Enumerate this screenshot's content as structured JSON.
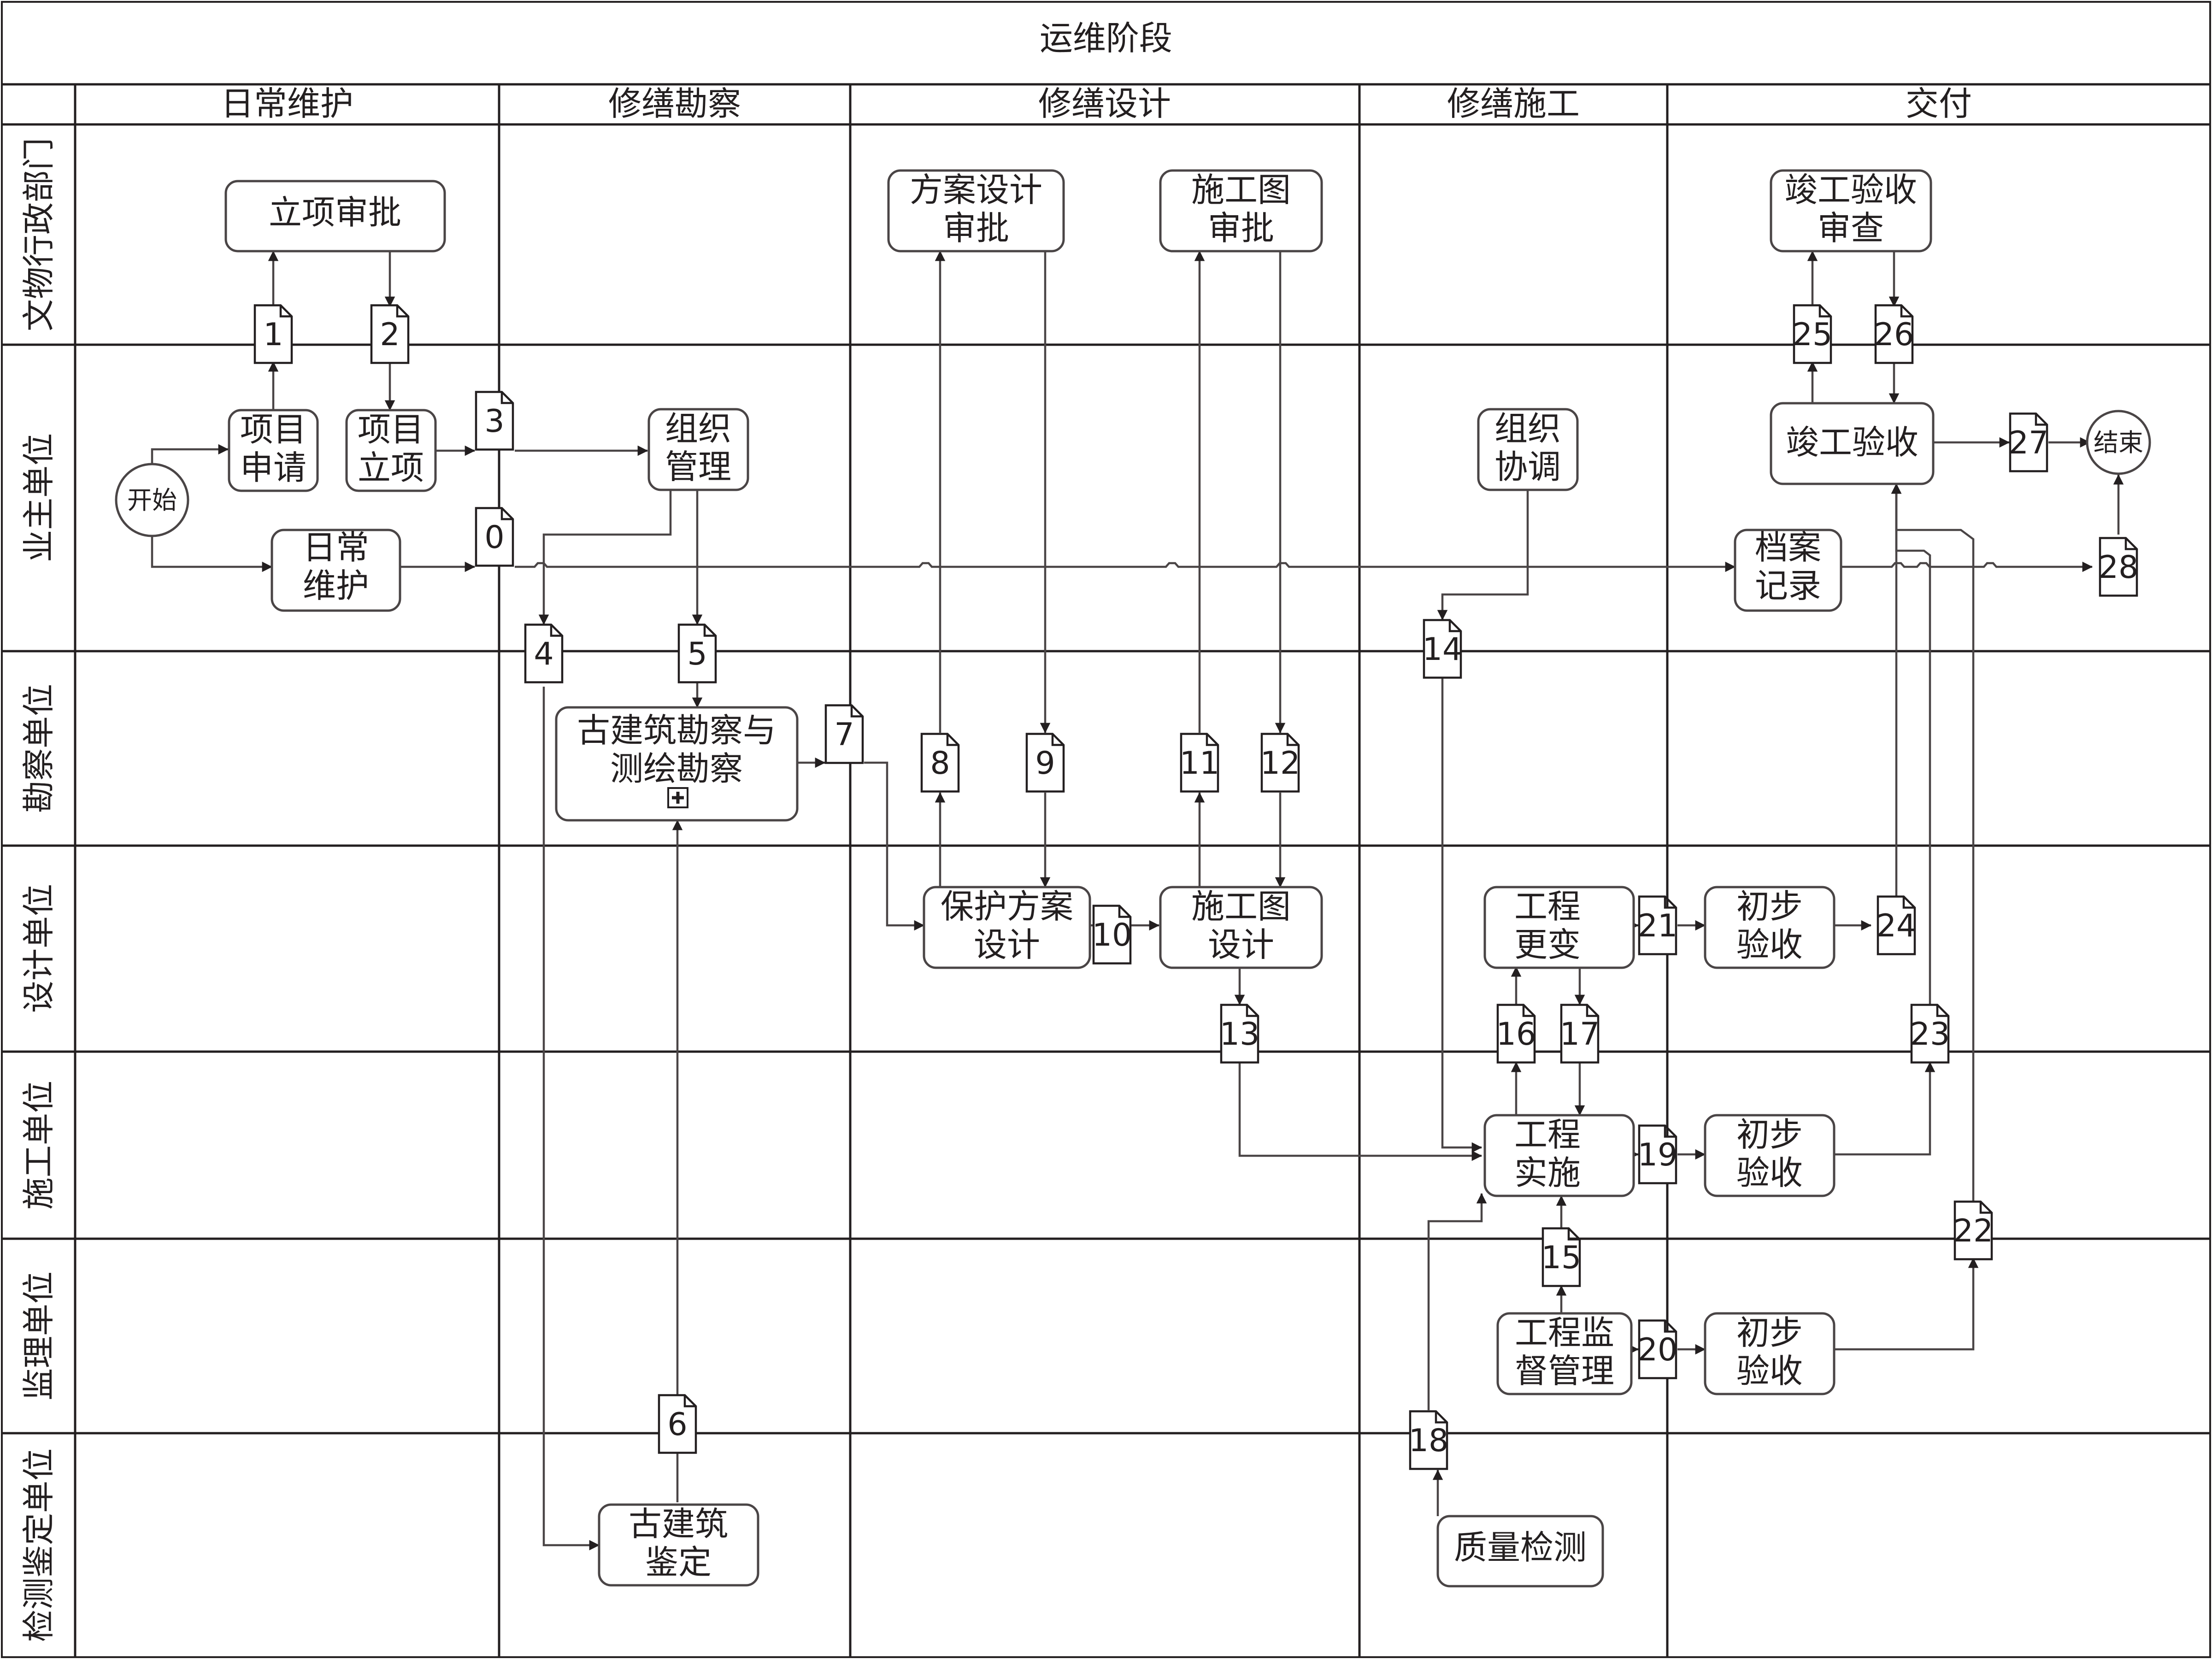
{
  "title": "运维阶段",
  "phases": [
    "日常维护",
    "修缮勘察",
    "修缮设计",
    "修缮施工",
    "交付"
  ],
  "lanes": [
    "文物行政部门",
    "业主单位",
    "勘察单位",
    "设计单位",
    "施工单位",
    "监理单位",
    "检测鉴定单位"
  ],
  "events": {
    "start": "开始",
    "end": "结束"
  },
  "tasks": {
    "approve": [
      "立项审批"
    ],
    "apply": [
      "项目",
      "申请"
    ],
    "establish": [
      "项目",
      "立项"
    ],
    "daily": [
      "日常",
      "维护"
    ],
    "organize": [
      "组织",
      "管理"
    ],
    "survey": [
      "古建筑勘察与",
      "测绘勘察"
    ],
    "scheme_approve": [
      "方案设计",
      "审批"
    ],
    "drawing_approve": [
      "施工图",
      "审批"
    ],
    "protect_design": [
      "保护方案",
      "设计"
    ],
    "drawing_design": [
      "施工图",
      "设计"
    ],
    "coordinate": [
      "组织",
      "协调"
    ],
    "change": [
      "工程",
      "更变"
    ],
    "implement": [
      "工程",
      "实施"
    ],
    "supervise": [
      "工程监",
      "督管理"
    ],
    "quality": [
      "质量检测"
    ],
    "appraisal": [
      "古建筑",
      "鉴定"
    ],
    "final_review": [
      "竣工验收",
      "审查"
    ],
    "final_accept": [
      "竣工验收"
    ],
    "archive": [
      "档案",
      "记录"
    ],
    "pre_design": [
      "初步",
      "验收"
    ],
    "pre_build": [
      "初步",
      "验收"
    ],
    "pre_sup": [
      "初步",
      "验收"
    ]
  },
  "doc_labels": [
    "0",
    "1",
    "2",
    "3",
    "4",
    "5",
    "6",
    "7",
    "8",
    "9",
    "10",
    "11",
    "12",
    "13",
    "14",
    "15",
    "16",
    "17",
    "18",
    "19",
    "20",
    "21",
    "22",
    "23",
    "24",
    "25",
    "26",
    "27",
    "28"
  ],
  "subprocess_marker": "+"
}
